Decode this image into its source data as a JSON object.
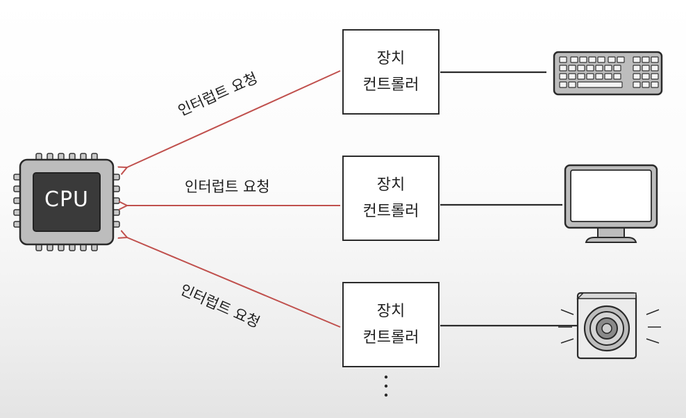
{
  "cpu": {
    "label": "CPU"
  },
  "controllers": [
    {
      "line1": "장치",
      "line2": "컨트롤러"
    },
    {
      "line1": "장치",
      "line2": "컨트롤러"
    },
    {
      "line1": "장치",
      "line2": "컨트롤러"
    }
  ],
  "arrows": [
    {
      "label": "인터럽트 요청"
    },
    {
      "label": "인터럽트 요청"
    },
    {
      "label": "인터럽트 요청"
    }
  ],
  "devices": [
    {
      "icon": "keyboard-icon"
    },
    {
      "icon": "monitor-icon"
    },
    {
      "icon": "speaker-icon"
    }
  ],
  "colors": {
    "arrow": "#c0504d",
    "cpu_body": "#bdbdbd",
    "cpu_die": "#3a3a3a",
    "outline": "#2a2a2a"
  }
}
